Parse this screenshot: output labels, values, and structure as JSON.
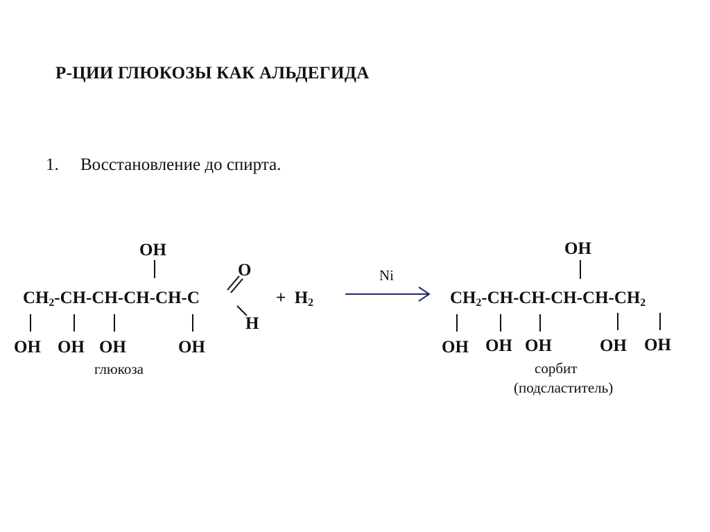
{
  "slide": {
    "title": "Р-ЦИИ ГЛЮКОЗЫ КАК АЛЬДЕГИДА",
    "list_number": "1.",
    "list_text": "Восстановление до спирта."
  },
  "glucose": {
    "chain_prefix": "CH",
    "chain_prefix_sub": "2",
    "chain_rest": "-CH-CH-CH-CH-C",
    "top_oh": "OH",
    "carbonyl_o": "O",
    "aldehyde_h": "H",
    "bottom_oh": [
      "OH",
      "OH",
      "OH",
      "OH"
    ],
    "name": "глюкоза"
  },
  "reagent": {
    "plus": "+",
    "h": "H",
    "h_sub": "2"
  },
  "arrow": {
    "catalyst": "Ni",
    "color": "#1f2a6b"
  },
  "sorbitol": {
    "chain_prefix": "CH",
    "chain_prefix_sub": "2",
    "chain_mid": "-CH-CH-CH-CH-CH",
    "chain_suffix_sub": "2",
    "top_oh": "OH",
    "bottom_oh": [
      "OH",
      "OH",
      "OH",
      "OH",
      "OH"
    ],
    "name": "сорбит",
    "subtitle": "(подсластитель)"
  }
}
